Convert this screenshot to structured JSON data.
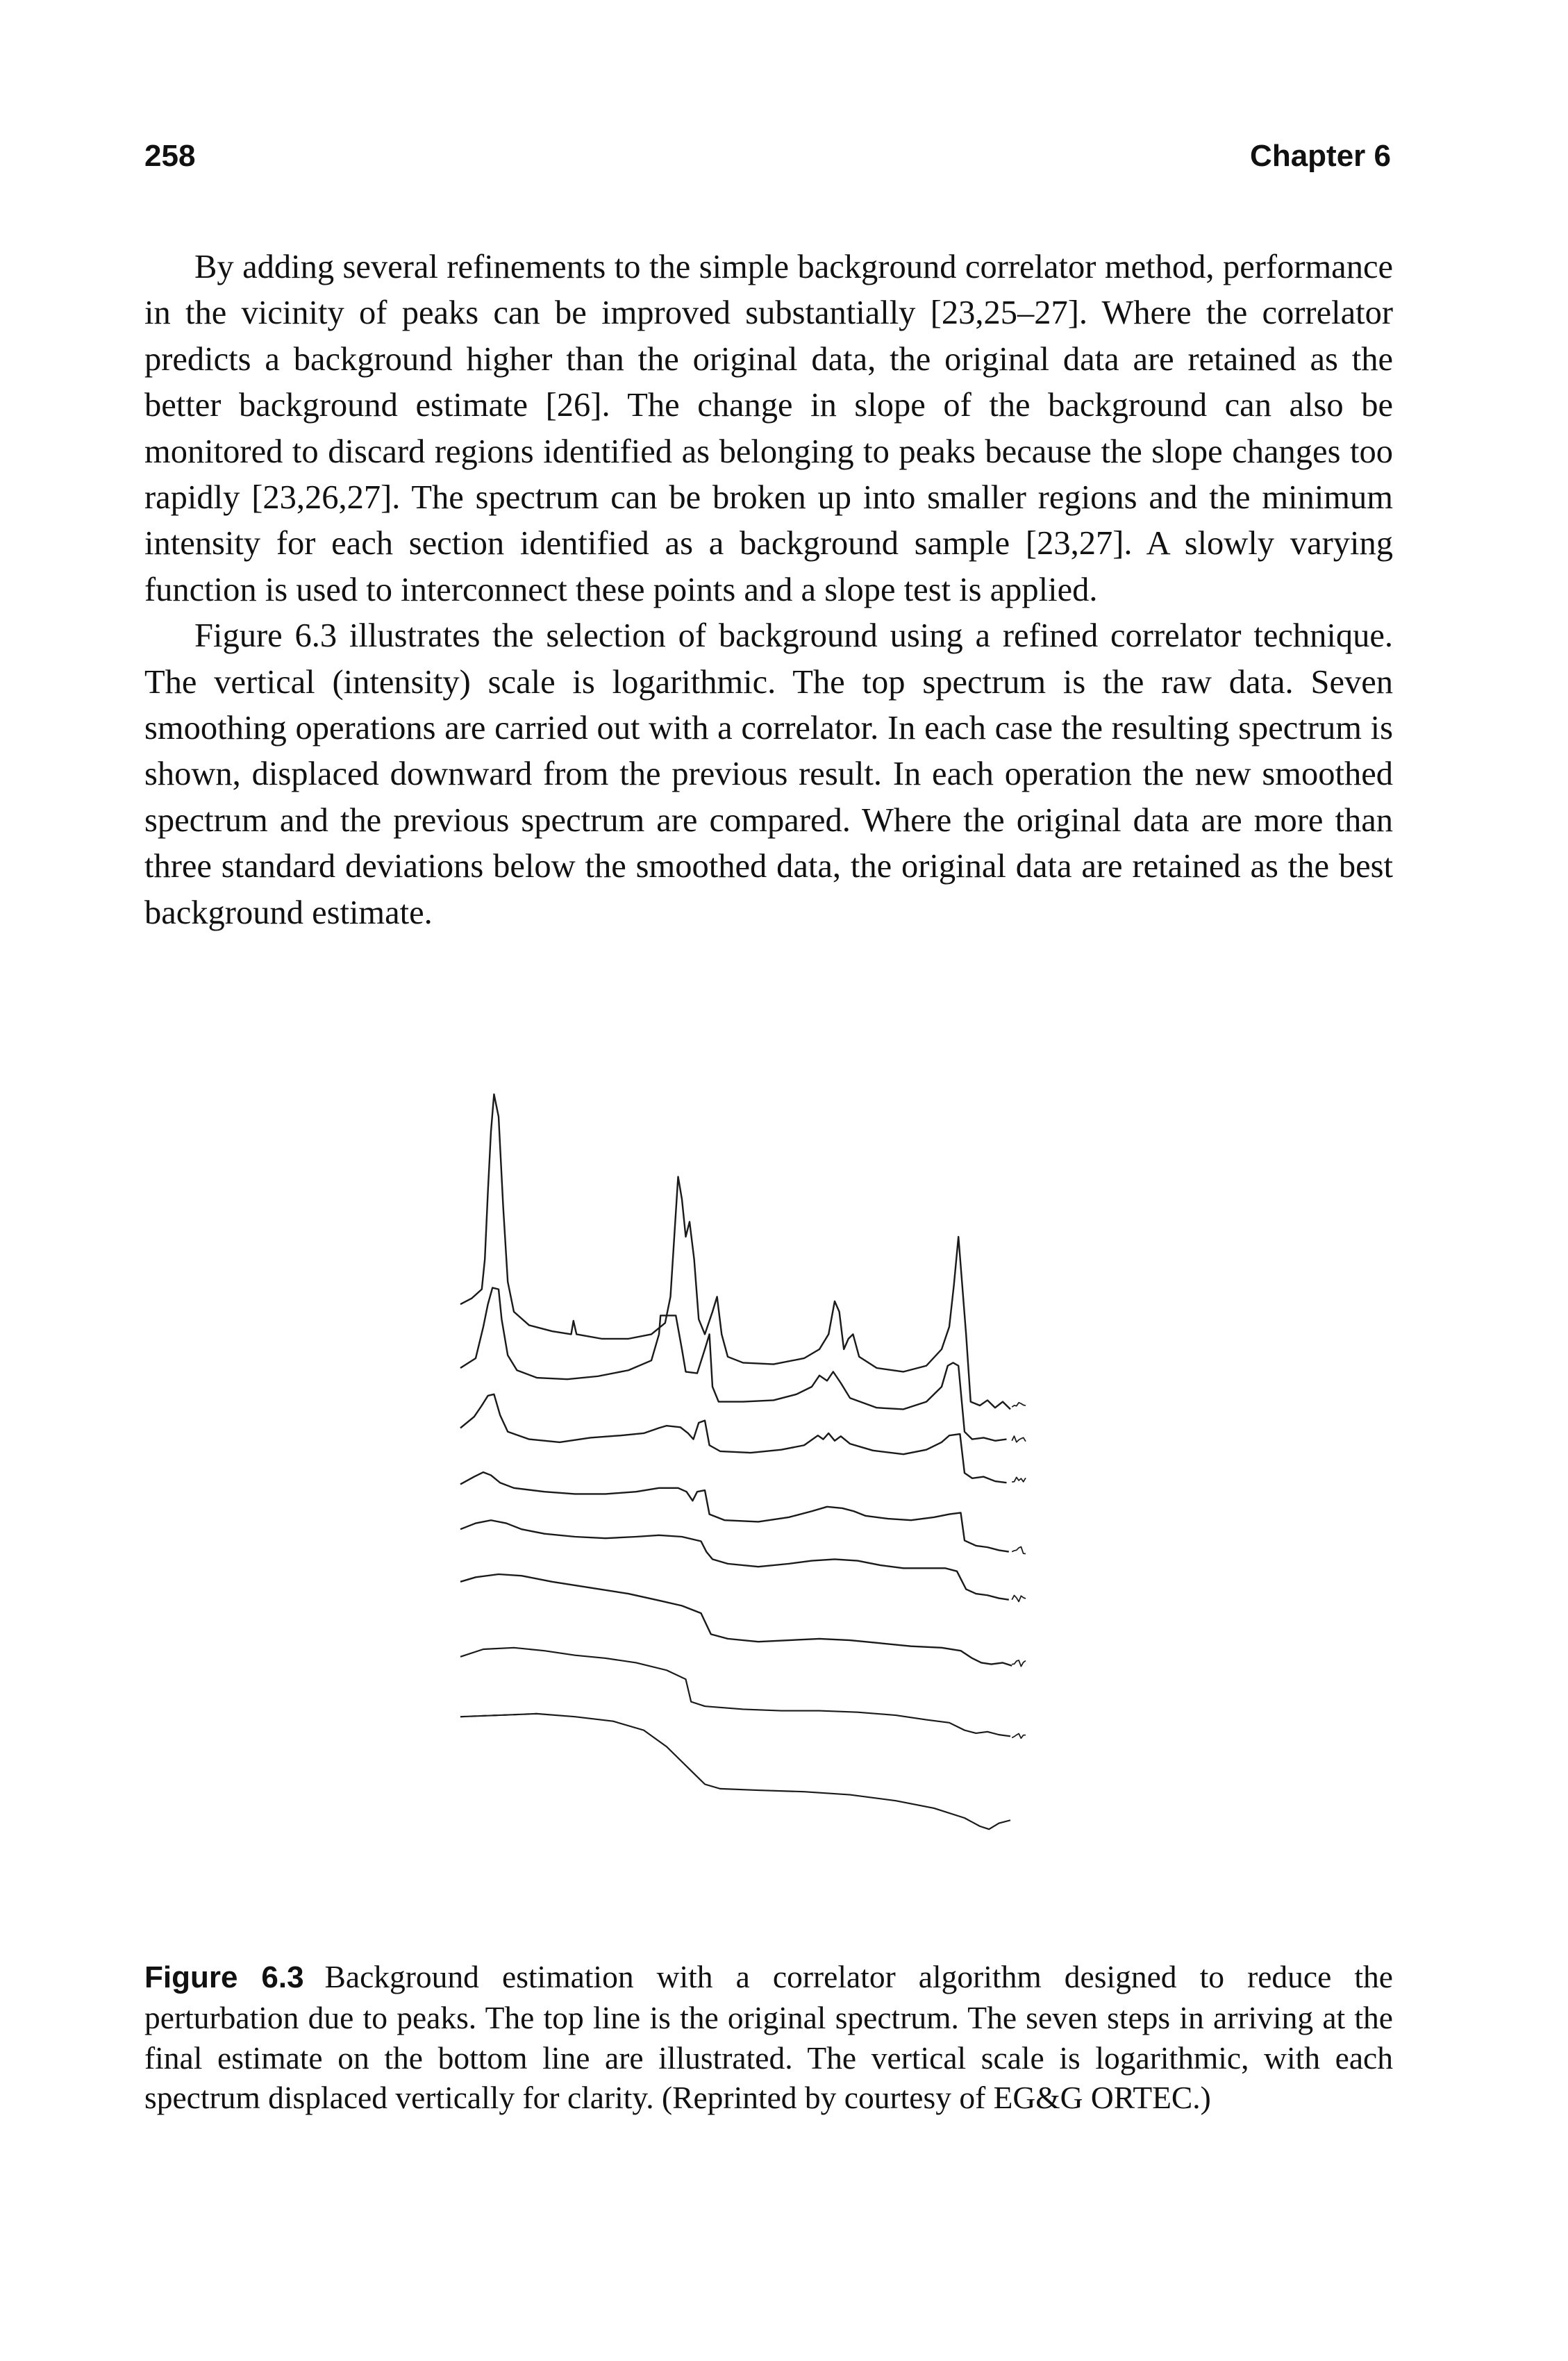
{
  "header": {
    "page_number": "258",
    "chapter": "Chapter 6"
  },
  "body": {
    "paragraphs": [
      "By adding several refinements to the simple background correlator method, per­formance in the vicinity of peaks can be improved substantially [23,25–27]. Where the correlator predicts a background higher than the original data, the original data are retained as the better background estimate [26]. The change in slope of the background can also be monitored to discard regions identified as belonging to peaks because the slope changes too rapidly [23,26,27]. The spectrum can be bro­ken up into smaller regions and the minimum intensity for each section identified as a background sample [23,27]. A slowly varying function is used to interconnect these points and a slope test is applied.",
      "Figure 6.3 illustrates the selection of background using a refined correlator technique. The vertical (intensity) scale is logarithmic. The top spectrum is the raw data. Seven smoothing operations are carried out with a correlator. In each case the resulting spectrum is shown, displaced downward from the previous result. In each operation the new smoothed spectrum and the previous spectrum are compared. Where the original data are more than three standard deviations below the smoothed data, the original data are retained as the best background estimate."
    ]
  },
  "figure": {
    "label": "Figure 6.3",
    "caption": "Background estimation with a correlator algorithm designed to reduce the perturbation due to peaks. The top line is the original spectrum. The seven steps in arriving at the final estimate on the bottom line are illustrated. The vertical scale is logarithmic, with each spectrum displaced vertically for clarity. (Reprinted by courtesy of EG&G ORTEC.)",
    "trace_count": 8,
    "line_color": "#1a1a1a"
  }
}
